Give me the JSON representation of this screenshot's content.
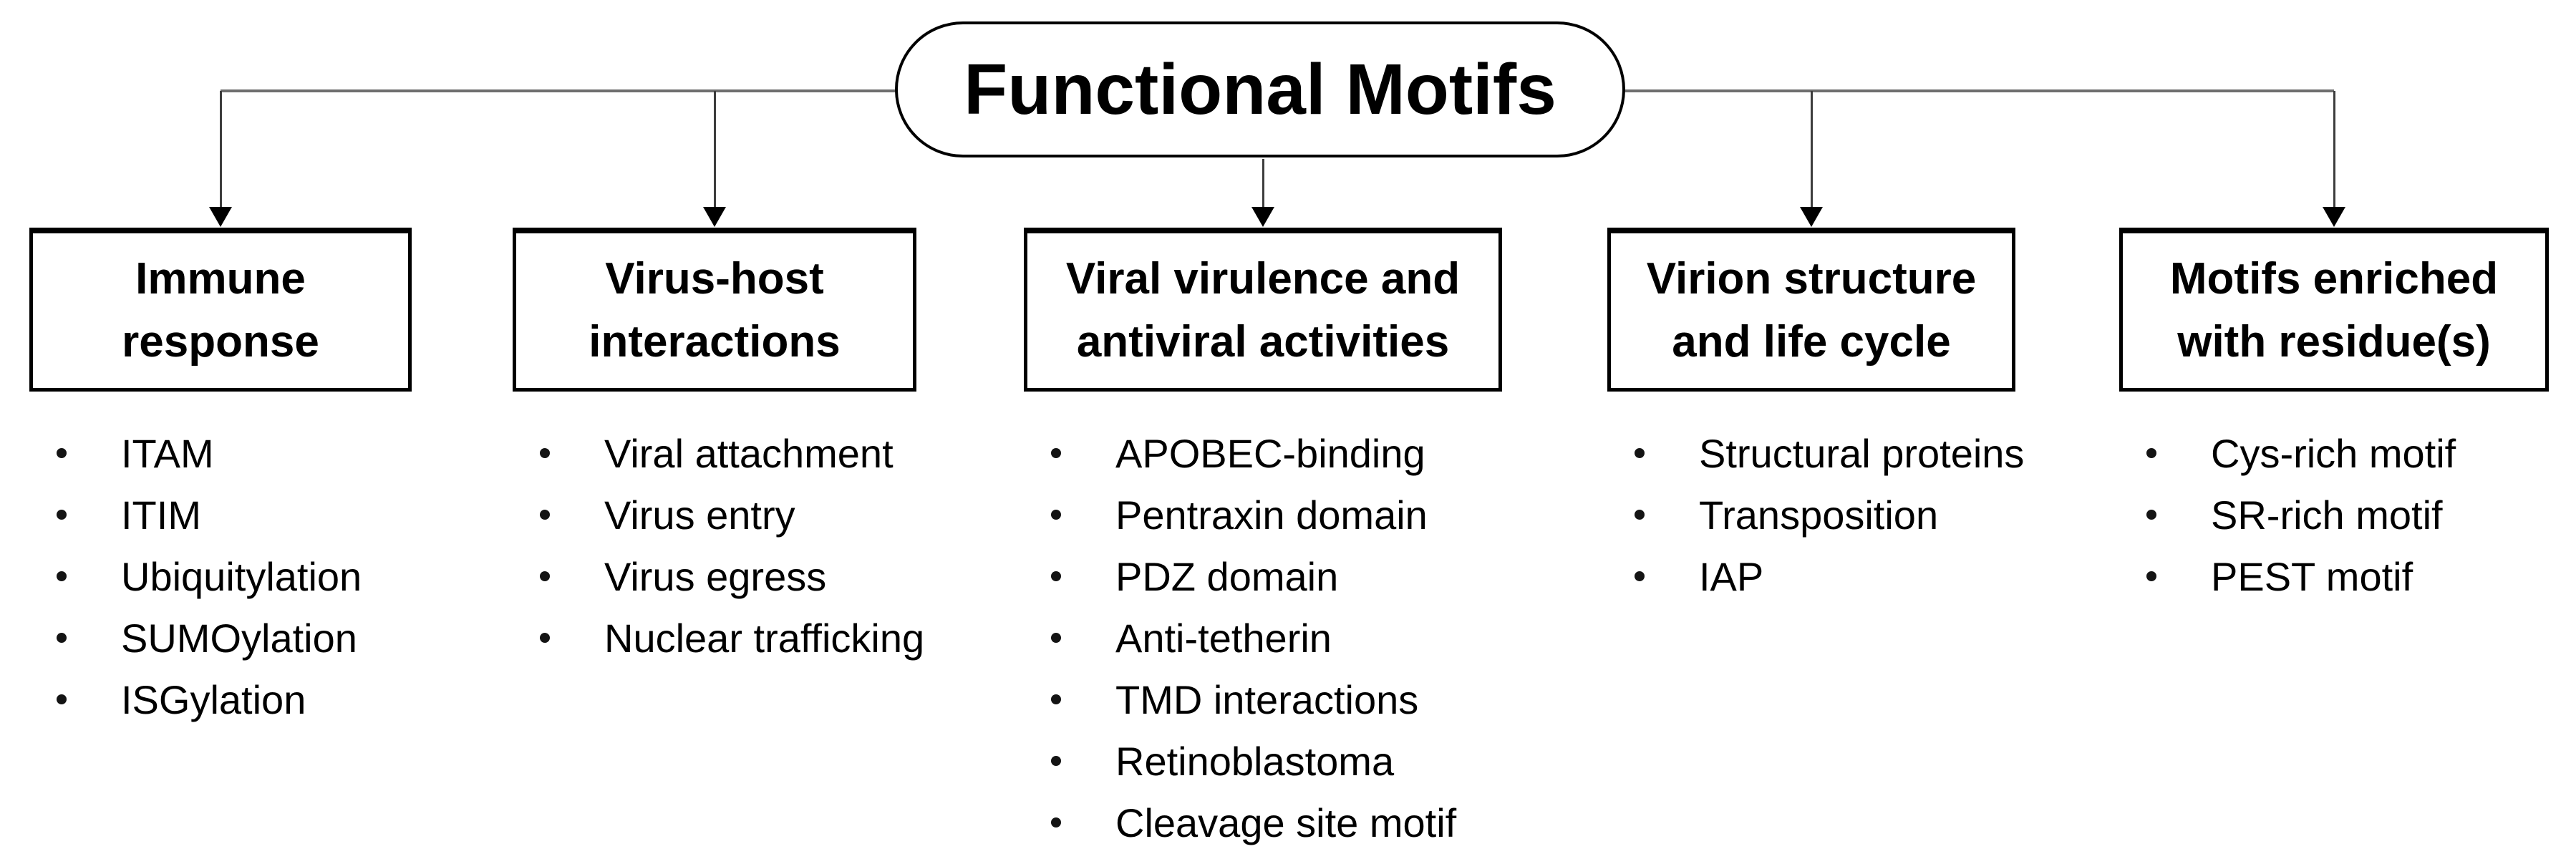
{
  "diagram": {
    "root": {
      "label": "Functional Motifs"
    },
    "branches": [
      {
        "title": "Immune response",
        "title_lines": [
          "Immune",
          "response"
        ],
        "items": [
          "ITAM",
          "ITIM",
          "Ubiquitylation",
          "SUMOylation",
          "ISGylation"
        ]
      },
      {
        "title": "Virus-host interactions",
        "title_lines": [
          "Virus-host",
          "interactions"
        ],
        "items": [
          "Viral attachment",
          "Virus entry",
          "Virus egress",
          "Nuclear trafficking"
        ]
      },
      {
        "title": "Viral virulence and antiviral activities",
        "title_lines": [
          "Viral virulence and",
          "antiviral activities"
        ],
        "items": [
          "APOBEC-binding",
          "Pentraxin domain",
          "PDZ domain",
          "Anti-tetherin",
          "TMD interactions",
          "Retinoblastoma",
          "Cleavage site motif"
        ]
      },
      {
        "title": "Virion structure and life cycle",
        "title_lines": [
          "Virion structure",
          "and life cycle"
        ],
        "items": [
          "Structural proteins",
          "Transposition",
          "IAP"
        ]
      },
      {
        "title": "Motifs enriched with residue(s)",
        "title_lines": [
          "Motifs enriched",
          "with residue(s)"
        ],
        "items": [
          "Cys-rich motif",
          "SR-rich motif",
          "PEST motif"
        ]
      }
    ],
    "colors": {
      "background": "#ffffff",
      "text": "#000000",
      "node_border": "#000000",
      "rail_gray": "#6e6e6e",
      "drop_line": "#3d3d3d",
      "arrowhead": "#000000"
    }
  }
}
